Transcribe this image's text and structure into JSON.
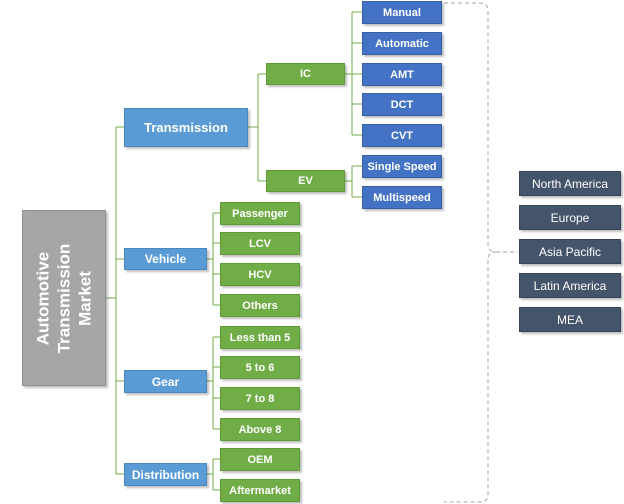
{
  "root": {
    "line1": "Automotive",
    "line2": "Transmission",
    "line3": "Market"
  },
  "transmission": {
    "label": "Transmission",
    "ic": {
      "label": "IC",
      "items": [
        "Manual",
        "Automatic",
        "AMT",
        "DCT",
        "CVT"
      ]
    },
    "ev": {
      "label": "EV",
      "items": [
        "Single Speed",
        "Multispeed"
      ]
    }
  },
  "vehicle": {
    "label": "Vehicle",
    "items": [
      "Passenger",
      "LCV",
      "HCV",
      "Others"
    ]
  },
  "gear": {
    "label": "Gear",
    "items": [
      "Less than 5",
      "5 to 6",
      "7 to 8",
      "Above 8"
    ]
  },
  "distribution": {
    "label": "Distribution",
    "items": [
      "OEM",
      "Aftermarket"
    ]
  },
  "regions": [
    "North America",
    "Europe",
    "Asia Pacific",
    "Latin America",
    "MEA"
  ],
  "colors": {
    "root": "#a6a6a6",
    "category": "#5b9bd5",
    "green_node": "#70ad47",
    "blue_leaf": "#4472c4",
    "region": "#44546a",
    "connector": "#70ad47",
    "bracket": "#a6a6a6"
  }
}
